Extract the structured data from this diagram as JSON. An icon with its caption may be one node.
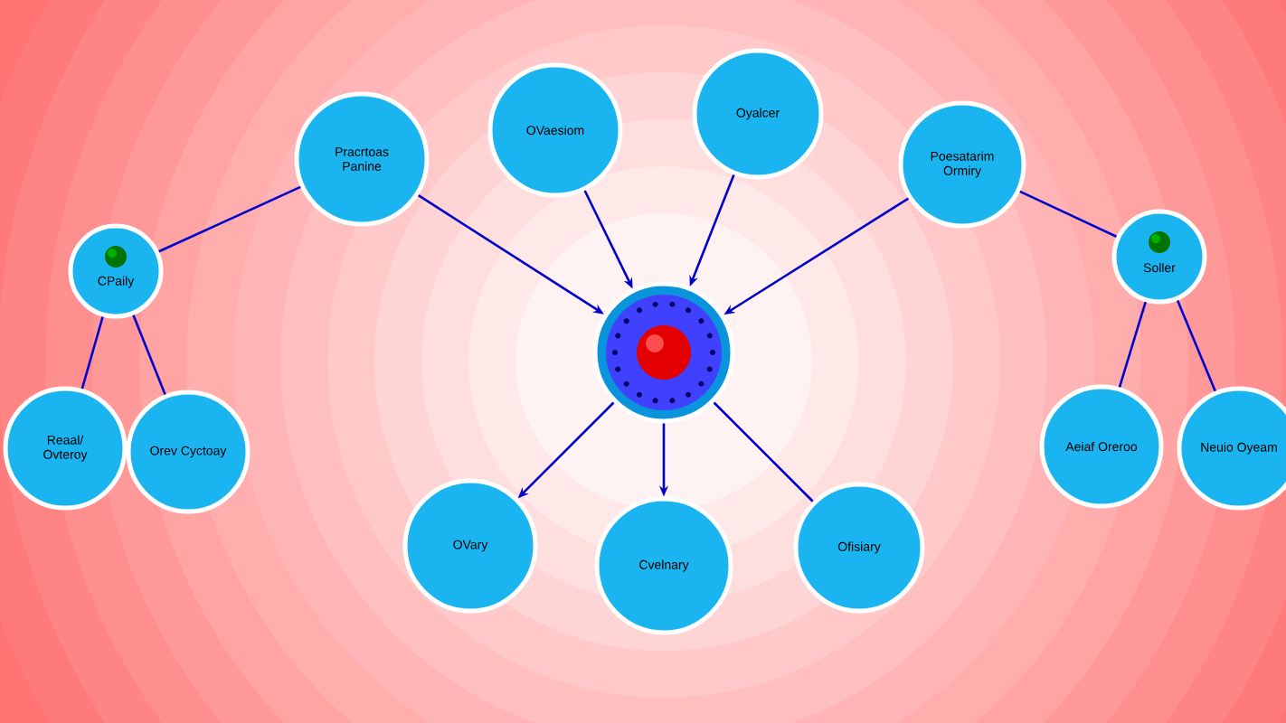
{
  "diagram": {
    "nodes": [
      {
        "text": [
          "Pracrtoas Panine"
        ]
      },
      {
        "text": [
          "OVaesiom"
        ]
      },
      {
        "text": [
          "Oyalcer"
        ]
      },
      {
        "text": [
          "Poesatarim Ormiry"
        ]
      },
      {
        "text": [],
        "shape": "circle"
      },
      {
        "text": [
          "CPaily"
        ]
      },
      {
        "text": [
          "Soller"
        ]
      },
      {
        "text": [
          "Reaal/ Ovteroy"
        ]
      },
      {
        "text": [
          "Orev Cyctoay"
        ]
      },
      {
        "text": [
          "Aeiaf Oreroo"
        ]
      },
      {
        "text": [
          "Neuio Oyeam"
        ]
      },
      {
        "text": [
          "OVary"
        ]
      },
      {
        "text": [
          "Cvelnary"
        ]
      },
      {
        "text": [
          "Ofisiary"
        ]
      }
    ],
    "edges": [
      {
        "from": 0,
        "to": 4,
        "arrow": "to"
      },
      {
        "from": 1,
        "to": 4,
        "arrow": "to"
      },
      {
        "from": 2,
        "to": 4,
        "arrow": "to"
      },
      {
        "from": 3,
        "to": 4,
        "arrow": "to"
      },
      {
        "from": 5,
        "to": 0,
        "arrow": "none"
      },
      {
        "from": 3,
        "to": 6,
        "arrow": "none"
      },
      {
        "from": 5,
        "to": 7,
        "arrow": "none"
      },
      {
        "from": 5,
        "to": 8,
        "arrow": "none"
      },
      {
        "from": 6,
        "to": 9,
        "arrow": "none"
      },
      {
        "from": 6,
        "to": 10,
        "arrow": "none"
      },
      {
        "from": 4,
        "to": 11,
        "arrow": "to"
      },
      {
        "from": 4,
        "to": 12,
        "arrow": "to"
      },
      {
        "from": 4,
        "to": 13,
        "arrow": "none"
      }
    ]
  }
}
